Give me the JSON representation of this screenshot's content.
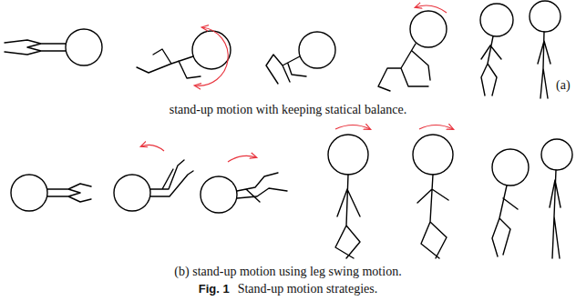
{
  "diagram": {
    "labels": [
      "(a)",
      "stand-up motion with keeping statical balance.",
      "(b) stand-up motion using leg swing motion.",
      "Fig. 1",
      "Stand-up motion strategies."
    ]
  }
}
